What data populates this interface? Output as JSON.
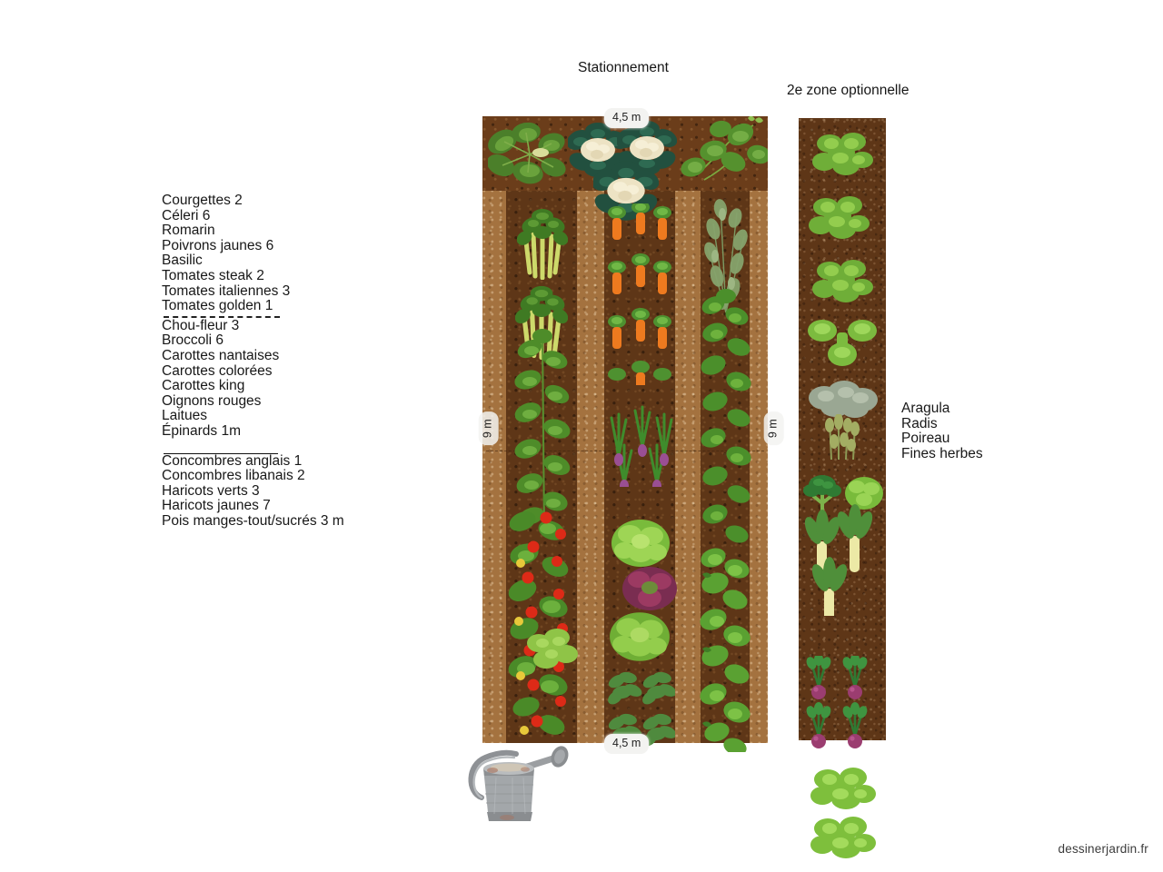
{
  "headings": {
    "stationnement": "Stationnement",
    "zone2": "2e zone optionnelle"
  },
  "dimensions": {
    "top": "4,5 m",
    "bottom": "4,5 m",
    "left": "9 m",
    "right": "9 m"
  },
  "legend": {
    "group1": [
      "Courgettes 2",
      "Céleri 6",
      "Romarin",
      "Poivrons jaunes 6",
      "Basilic",
      "Tomates steak 2",
      "Tomates italiennes 3",
      "Tomates golden 1"
    ],
    "group2": [
      "Chou-fleur 3",
      "Broccoli 6",
      "Carottes nantaises",
      "Carottes colorées",
      "Carottes king",
      "Oignons rouges",
      "Laitues",
      "Épinards 1m"
    ],
    "group3": [
      "Concombres anglais 1",
      "Concombres libanais 2",
      "Haricots verts 3",
      "Haricots jaunes 7",
      "Pois manges-tout/sucrés 3 m"
    ]
  },
  "zone2_legend": [
    "Aragula",
    "Radis",
    "Poireau",
    "Fines herbes"
  ],
  "watermark": "dessinerjardin.fr",
  "colors": {
    "soil_bed": "#5e3617",
    "soil_path": "#a4723f",
    "soil_top": "#6b3d1a",
    "plot_border": "#7a4a22",
    "badge_bg": "#f3f3f1",
    "text": "#181818"
  },
  "plot": {
    "beds": [
      {
        "name": "bed-left",
        "plants": [
          "courgette",
          "celeri",
          "celeri",
          "poivron-jaune",
          "poivron-jaune",
          "tomate-cerise",
          "tomate-cerise",
          "tomate-cerise",
          "laitue"
        ]
      },
      {
        "name": "bed-middle",
        "plants": [
          "chou-fleur",
          "chou-fleur",
          "chou-fleur",
          "carotte",
          "carotte",
          "carotte",
          "carotte",
          "carotte",
          "carotte",
          "carotte",
          "carotte",
          "oignon-rouge",
          "oignon-rouge",
          "oignon-rouge",
          "oignon-rouge",
          "oignon-rouge",
          "oignon-rouge",
          "laitue-verte",
          "laitue-rouge",
          "laitue-verte",
          "epinard",
          "epinard",
          "epinard",
          "epinard"
        ]
      },
      {
        "name": "bed-right",
        "plants": [
          "courgette",
          "romarin",
          "haricot",
          "haricot",
          "haricot",
          "concombre",
          "concombre",
          "concombre",
          "concombre",
          "pois"
        ]
      }
    ],
    "zone2_plants": [
      "aragula",
      "aragula",
      "aragula",
      "fines-herbes",
      "fines-herbes-gris",
      "radis-plant",
      "broccoli",
      "laitue-petite",
      "poireau",
      "poireau",
      "poireau",
      "radis",
      "radis",
      "radis",
      "radis",
      "aragula",
      "aragula"
    ]
  }
}
